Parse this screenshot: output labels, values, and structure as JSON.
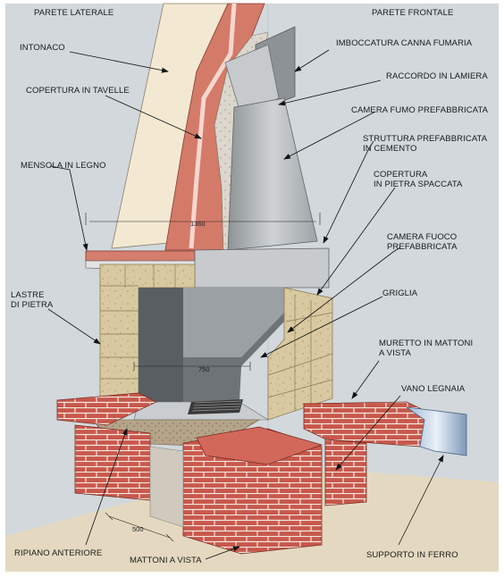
{
  "labels": {
    "parete_laterale": "PARETE LATERALE",
    "parete_frontale": "PARETE FRONTALE",
    "intonaco": "INTONACO",
    "copertura_tavelle": "COPERTURA IN TAVELLE",
    "mensola_legno": "MENSOLA IN LEGNO",
    "lastre_pietra": "LASTRE\nDI PIETRA",
    "imboccatura": "IMBOCCATURA CANNA FUMARIA",
    "raccordo": "RACCORDO IN LAMIERA",
    "camera_fumo": "CAMERA FUMO PREFABBRICATA",
    "struttura": "STRUTTURA PREFABBRICATA\nIN CEMENTO",
    "copertura_pietra": "COPERTURA\nIN PIETRA SPACCATA",
    "camera_fuoco": "CAMERA FUOCO\nPREFABBRICATA",
    "griglia": "GRIGLIA",
    "muretto": "MURETTO IN MATTONI\nA VISTA",
    "vano_legnaia": "VANO LEGNAIA",
    "ripiano": "RIPIANO ANTERIORE",
    "mattoni_vista": "MATTONI A VISTA",
    "supporto": "SUPPORTO IN FERRO"
  },
  "dimensions": {
    "d1360": "1360",
    "d750": "750",
    "d500": "500"
  },
  "colors": {
    "background": "#d2d8dc",
    "floor": "#e4d9c0",
    "plaster": "#f3e9d2",
    "brick": "#c8584b",
    "stone": "#d9c9a0",
    "concrete": "#b6babd",
    "hood": "#9ea3a6"
  }
}
